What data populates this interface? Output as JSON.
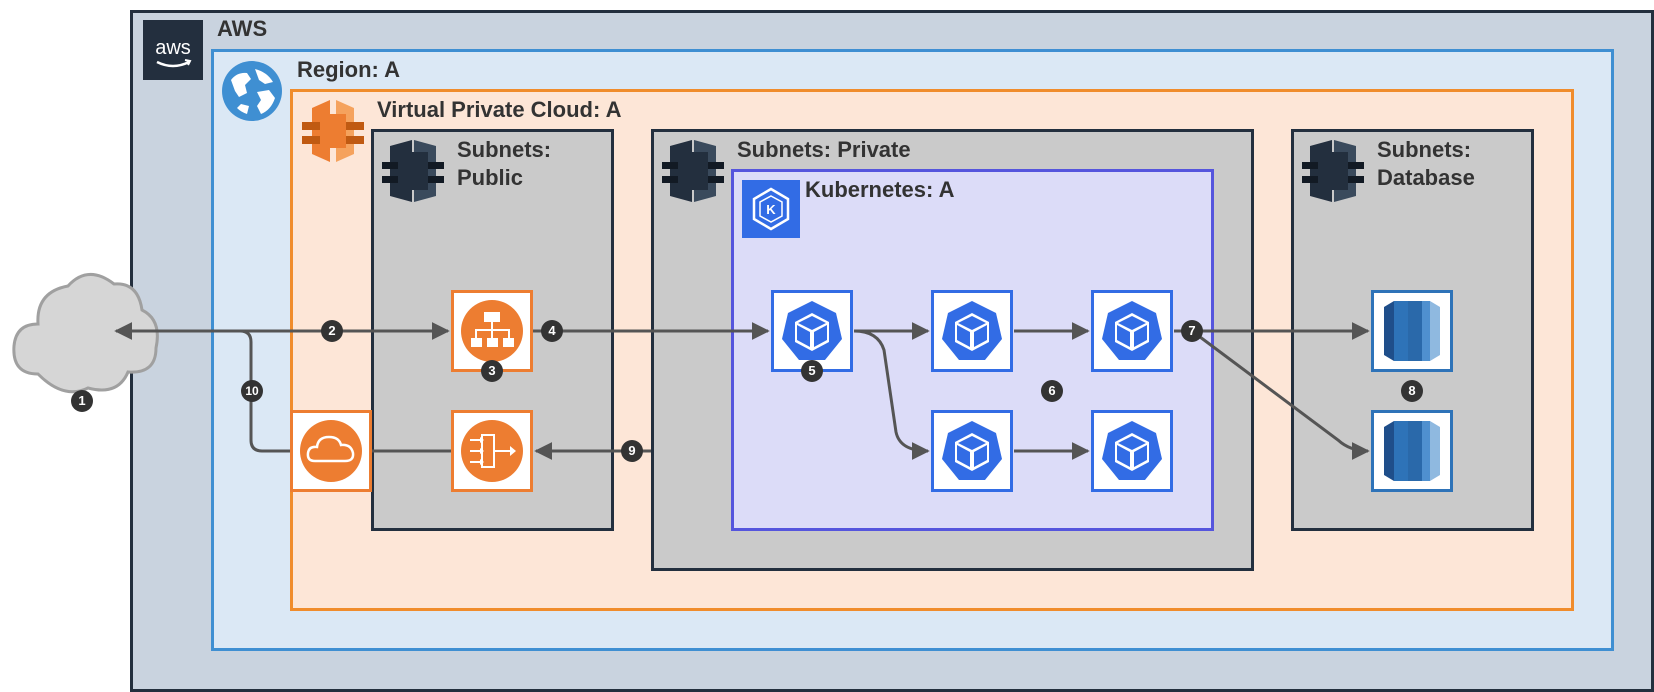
{
  "containers": {
    "aws": {
      "label": "AWS",
      "logo_text": "aws"
    },
    "region": {
      "label": "Region: A"
    },
    "vpc": {
      "label": "Virtual Private Cloud: A"
    },
    "subnet_public": {
      "label": "Subnets:\nPublic"
    },
    "subnet_private": {
      "label": "Subnets: Private"
    },
    "kubernetes": {
      "label": "Kubernetes: A",
      "icon_letter": "K"
    },
    "subnet_database": {
      "label": "Subnets:\nDatabase"
    }
  },
  "badges": {
    "b1": "1",
    "b2": "2",
    "b3": "3",
    "b4": "4",
    "b5": "5",
    "b6": "6",
    "b7": "7",
    "b8": "8",
    "b9": "9",
    "b10": "10"
  },
  "colors": {
    "aws_border": "#232f3e",
    "aws_fill": "#c9d3df",
    "region_border": "#3f8fd2",
    "region_fill": "#dbe8f5",
    "vpc_border": "#f08c2c",
    "vpc_fill": "#fde6d7",
    "subnet_fill": "#cacaca",
    "k8s_border": "#5555dd",
    "k8s_fill": "#dcdcf8",
    "k8s_blue": "#326ce5",
    "orange": "#ed7d31",
    "rds_blue": "#2e73b8",
    "line": "#555555"
  },
  "icons": {
    "aws_logo": "aws-logo-icon",
    "region": "globe-icon",
    "vpc": "vpc-icon",
    "subnet": "subnet-icon",
    "internet": "cloud-icon",
    "load_balancer": "load-balancer-icon",
    "nat_gateway": "nat-gateway-icon",
    "internet_gateway": "internet-gateway-icon",
    "pod": "kubernetes-pod-icon",
    "database": "rds-database-icon"
  }
}
